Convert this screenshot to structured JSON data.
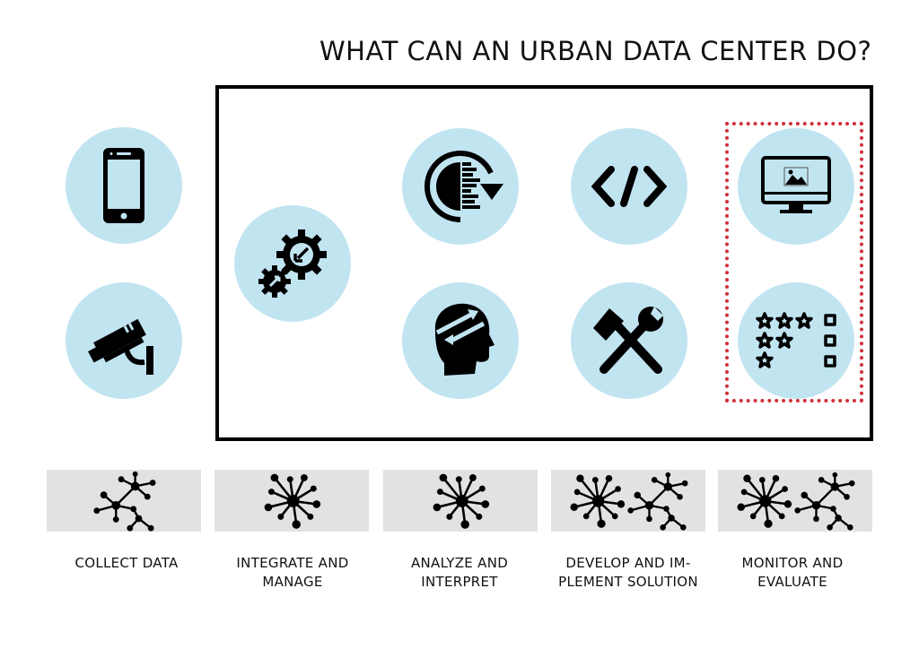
{
  "title": "WHAT CAN AN URBAN DATA CENTER DO?",
  "colors": {
    "circle_fill": "#c1e4f1",
    "panel_fill": "#e2e2e2",
    "highlight_dots": "#d0313b",
    "frame": "#000000",
    "icon": "#000000"
  },
  "icons": [
    {
      "name": "smartphone-icon",
      "stage": "COLLECT DATA"
    },
    {
      "name": "security-camera-icon",
      "stage": "COLLECT DATA"
    },
    {
      "name": "gears-icon",
      "stage": "INTEGRATE AND MANAGE"
    },
    {
      "name": "data-cycle-icon",
      "stage": "ANALYZE AND INTERPRET"
    },
    {
      "name": "head-exchange-icon",
      "stage": "ANALYZE AND INTERPRET"
    },
    {
      "name": "code-icon",
      "stage": "DEVELOP AND IMPLEMENT SOLUTION"
    },
    {
      "name": "hammer-wrench-icon",
      "stage": "DEVELOP AND IMPLEMENT SOLUTION"
    },
    {
      "name": "monitor-image-icon",
      "stage": "MONITOR AND EVALUATE"
    },
    {
      "name": "star-rating-icon",
      "stage": "MONITOR AND EVALUATE"
    }
  ],
  "stages": [
    {
      "label": "COLLECT DATA",
      "line1": "COLLECT DATA",
      "line2": "",
      "network": [
        "tree"
      ]
    },
    {
      "label": "INTEGRATE AND MANAGE",
      "line1": "INTEGRATE AND",
      "line2": "MANAGE",
      "network": [
        "star"
      ]
    },
    {
      "label": "ANALYZE AND INTERPRET",
      "line1": "ANALYZE AND",
      "line2": "INTERPRET",
      "network": [
        "star"
      ]
    },
    {
      "label": "DEVELOP AND IM-PLEMENT SOLUTION",
      "line1": "DEVELOP AND IM-",
      "line2": "PLEMENT SOLUTION",
      "network": [
        "star",
        "tree"
      ]
    },
    {
      "label": "MONITOR AND EVALUATE",
      "line1": "MONITOR AND",
      "line2": "EVALUATE",
      "network": [
        "star",
        "tree"
      ]
    }
  ]
}
